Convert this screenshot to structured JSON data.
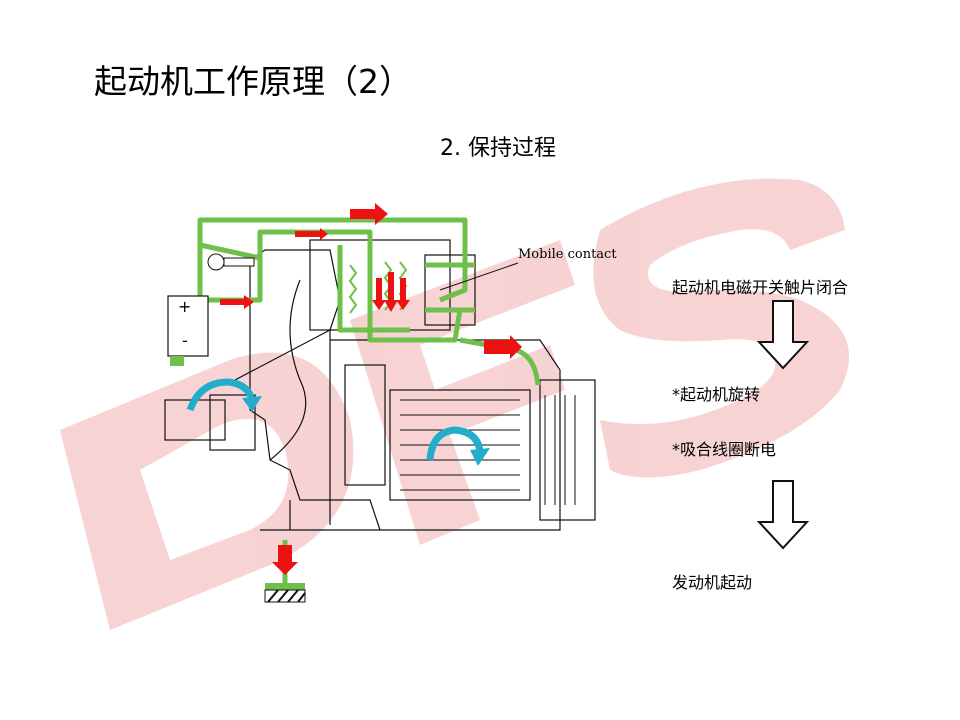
{
  "slide": {
    "title": "起动机工作原理（2）",
    "subtitle": "2.  保持过程",
    "watermark_text": "DFS"
  },
  "diagram": {
    "callout_label": "Mobile contact",
    "battery_plus": "+",
    "battery_minus": "-"
  },
  "steps": [
    "起动机电磁开关触片闭合",
    "*起动机旋转",
    "*吸合线圈断电",
    "发动机起动"
  ],
  "colors": {
    "circuit_green": "#6ec04a",
    "current_arrow_red": "#ee1111",
    "rotation_arrow_cyan": "#22aecb",
    "watermark_red": "#f2c0c0"
  }
}
